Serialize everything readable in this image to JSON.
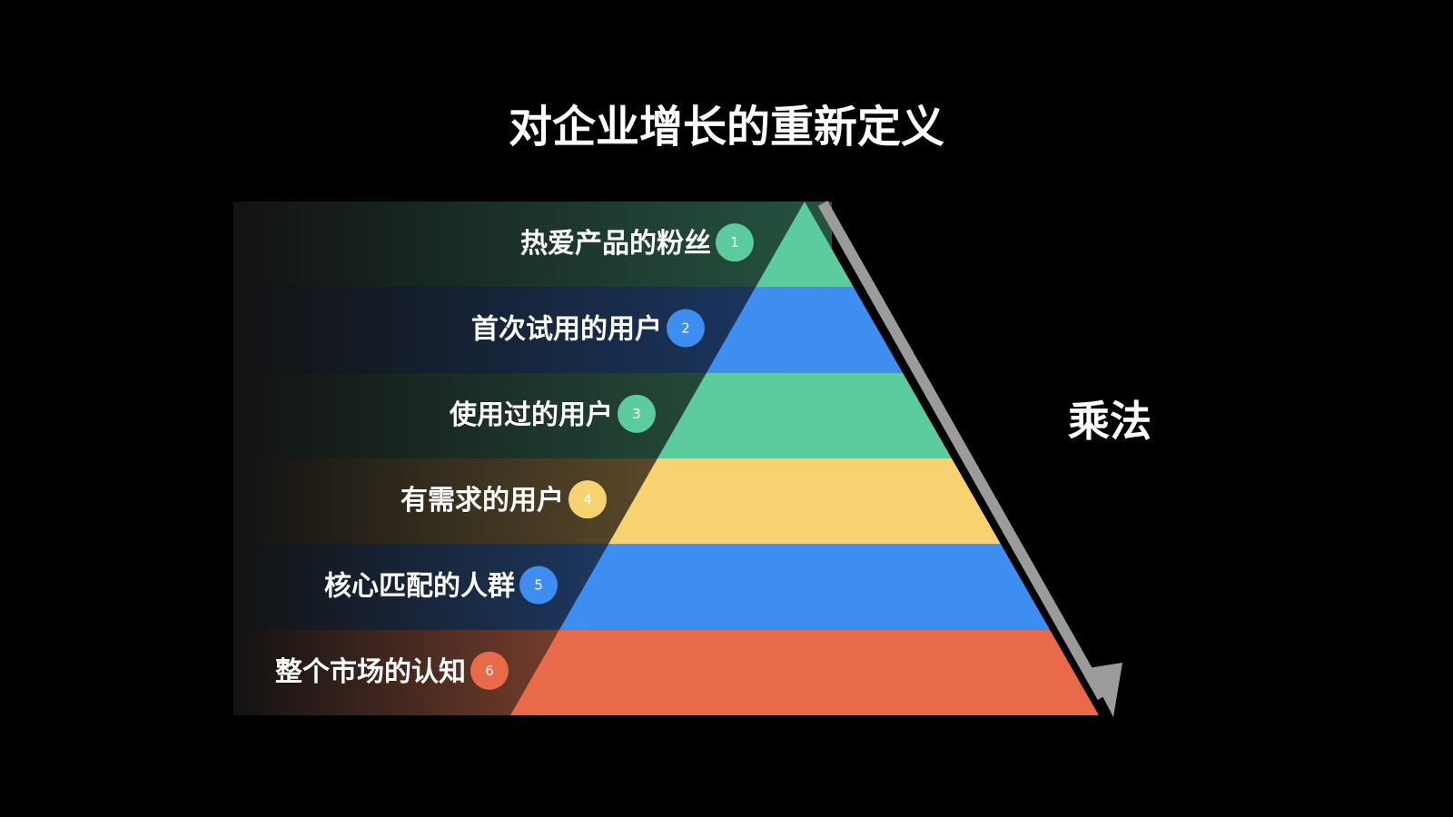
{
  "title": "对企业增长的重新定义",
  "side_label": "乘法",
  "levels": [
    {
      "number": "1",
      "label": "热爱产品的粉丝",
      "color": "#5ccb9d",
      "band_color": "#255442"
    },
    {
      "number": "2",
      "label": "首次试用的用户",
      "color": "#3d8ef0",
      "band_color": "#1b3763"
    },
    {
      "number": "3",
      "label": "使用过的用户",
      "color": "#5ccb9d",
      "band_color": "#244c3b"
    },
    {
      "number": "4",
      "label": "有需求的用户",
      "color": "#f8d170",
      "band_color": "#5f4d2b"
    },
    {
      "number": "5",
      "label": "核心匹配的人群",
      "color": "#3d8ef0",
      "band_color": "#1e3b67"
    },
    {
      "number": "6",
      "label": "整个市场的认知",
      "color": "#e96a48",
      "band_color": "#7c402e"
    }
  ],
  "arrow_color": "#9b9b9b"
}
